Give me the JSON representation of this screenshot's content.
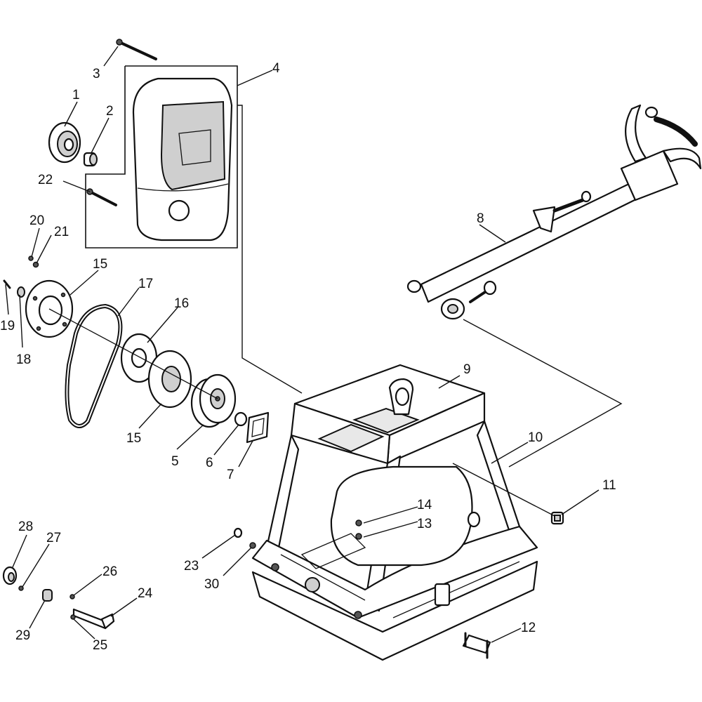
{
  "diagram": {
    "callouts": [
      "1",
      "2",
      "3",
      "4",
      "5",
      "6",
      "7",
      "8",
      "9",
      "10",
      "11",
      "12",
      "13",
      "14",
      "15",
      "15",
      "16",
      "17",
      "18",
      "19",
      "20",
      "21",
      "22",
      "23",
      "24",
      "25",
      "26",
      "27",
      "28",
      "29",
      "30"
    ]
  },
  "colors": {
    "line": "#111111",
    "shade": "#cfcfcf",
    "background": "#ffffff"
  }
}
